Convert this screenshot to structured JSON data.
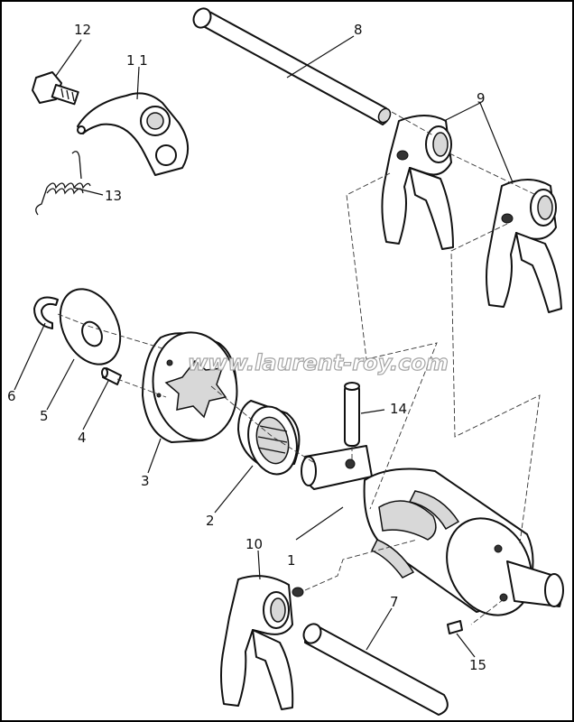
{
  "callouts": {
    "c1": "1",
    "c2": "2",
    "c3": "3",
    "c4": "4",
    "c5": "5",
    "c6": "6",
    "c7": "7",
    "c8": "8",
    "c9": "9",
    "c10": "10",
    "c11": "1 1",
    "c12": "12",
    "c13": "13",
    "c14": "14",
    "c15": "15"
  },
  "watermark": "www.laurent-roy.com",
  "colors": {
    "ink": "#111111",
    "paper": "#ffffff",
    "shade": "#d8d8d8"
  }
}
